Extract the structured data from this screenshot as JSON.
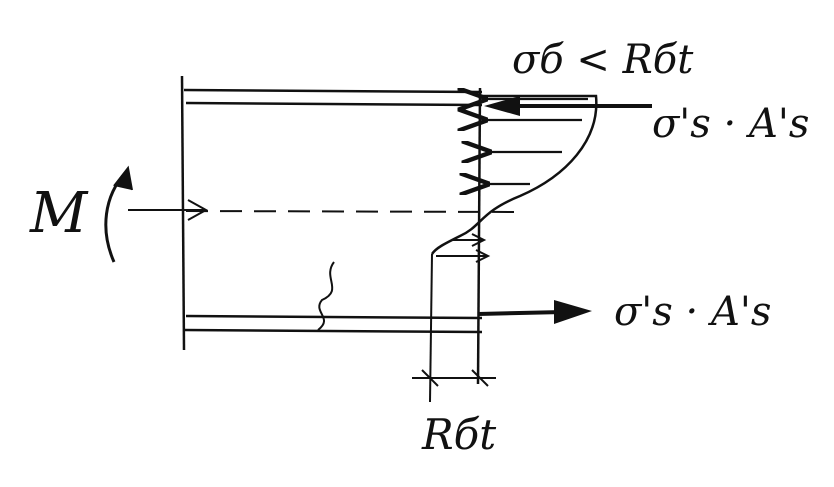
{
  "labels": {
    "sigma_b": "σб < Rбt",
    "force_top": "σ's · A's",
    "force_bottom": "σ's · A's",
    "moment": "M",
    "width": "Rбt"
  },
  "colors": {
    "ink": "#111111",
    "paper": "#ffffff"
  }
}
